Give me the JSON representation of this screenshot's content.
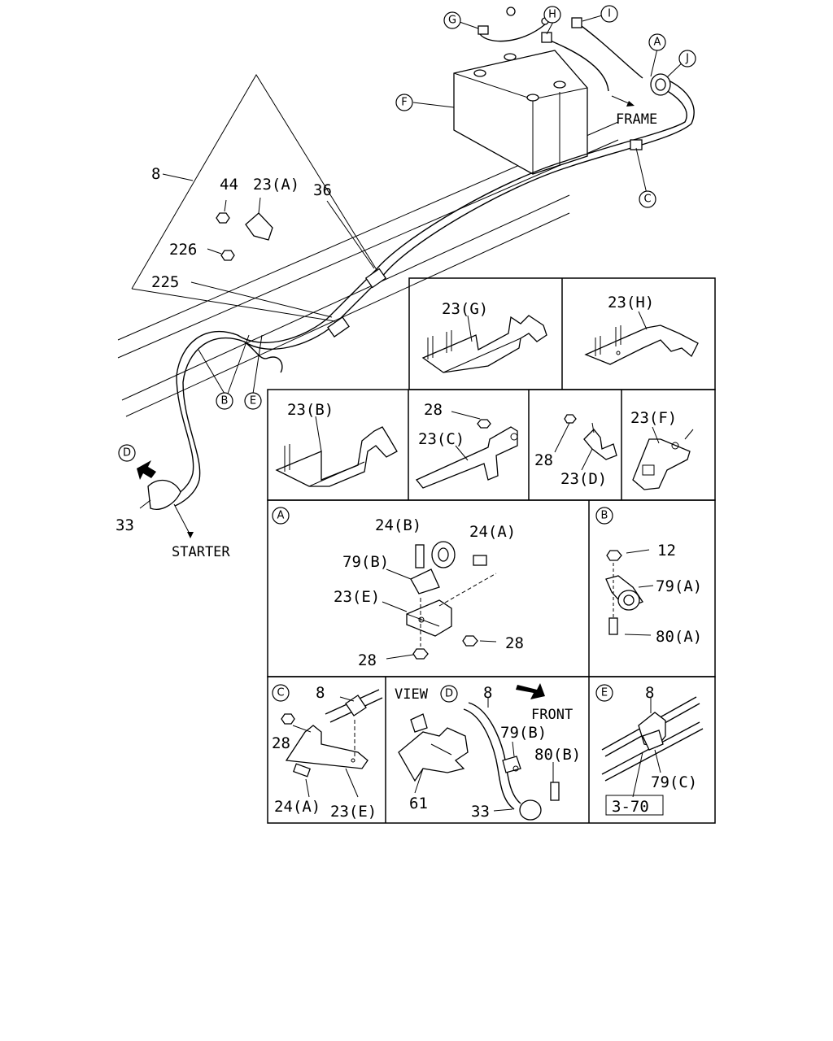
{
  "callouts": {
    "A": "A",
    "B": "B",
    "C": "C",
    "D": "D",
    "E": "E",
    "F": "F",
    "G": "G",
    "H": "H",
    "I": "I",
    "J": "J"
  },
  "main": {
    "p8": "8",
    "p44": "44",
    "p23a": "23(A)",
    "p36": "36",
    "p226": "226",
    "p225": "225",
    "p33": "33",
    "frame": "FRAME",
    "starter": "STARTER"
  },
  "panel_g": {
    "label": "23(G)"
  },
  "panel_h": {
    "label": "23(H)"
  },
  "panel_b": {
    "label": "23(B)"
  },
  "panel_c": {
    "p28": "28",
    "label": "23(C)"
  },
  "panel_d": {
    "p28": "28",
    "label": "23(D)"
  },
  "panel_f": {
    "label": "23(F)"
  },
  "detail_a": {
    "p24b": "24(B)",
    "p24a": "24(A)",
    "p79b": "79(B)",
    "p23e": "23(E)",
    "p28a": "28",
    "p28b": "28"
  },
  "detail_b": {
    "p12": "12",
    "p79a": "79(A)",
    "p80a": "80(A)"
  },
  "detail_c": {
    "p8": "8",
    "p28": "28",
    "p24a": "24(A)",
    "p23e": "23(E)"
  },
  "detail_d": {
    "view": "VIEW",
    "p8": "8",
    "front": "FRONT",
    "p79b": "79(B)",
    "p80b": "80(B)",
    "p61": "61",
    "p33": "33"
  },
  "detail_e": {
    "p8": "8",
    "p79c": "79(C)",
    "ref": "3-70"
  }
}
